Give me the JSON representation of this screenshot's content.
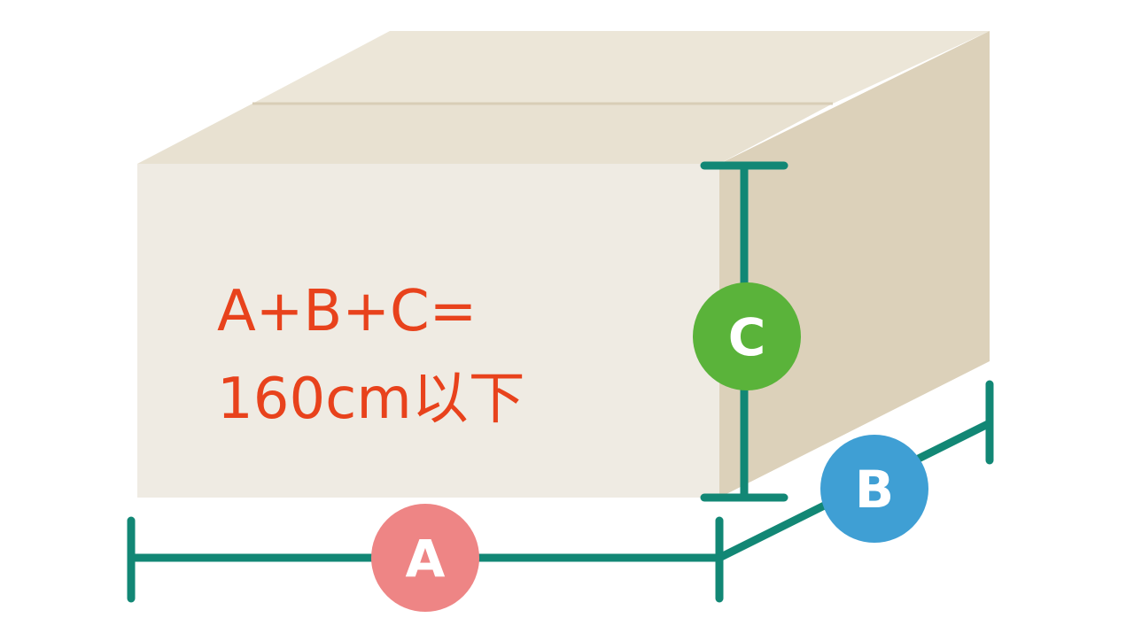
{
  "formula": {
    "line1": "A+B+C=",
    "line2": "160cm以下"
  },
  "badges": {
    "a": "A",
    "b": "B",
    "c": "C"
  },
  "colors": {
    "background": "#ffffff",
    "box_front": "#efebe3",
    "box_top": "#e8e1d1",
    "box_top_far": "#ece6d8",
    "box_side": "#dcd1ba",
    "tape_line": "#d8cdb6",
    "dimension_line": "#128775",
    "text_red": "#e8421c",
    "badge_a": "#ee8585",
    "badge_b": "#3f9fd4",
    "badge_c": "#5ab33a",
    "badge_text": "#ffffff"
  }
}
